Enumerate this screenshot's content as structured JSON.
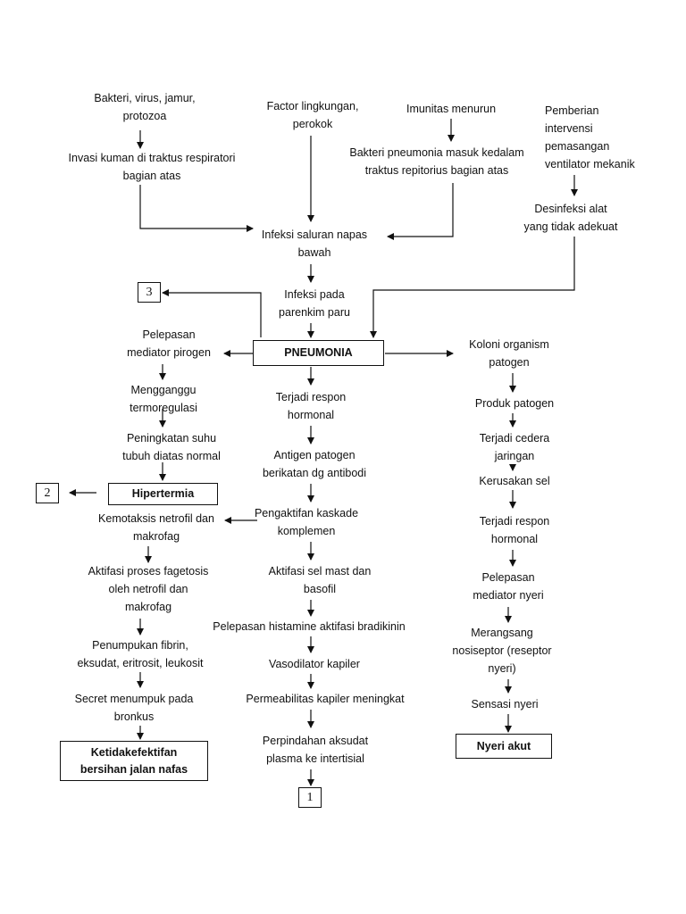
{
  "top": {
    "bakteri": "Bakteri, virus, jamur,\nprotozoa",
    "invasi": "Invasi kuman di traktus respiratori\nbagian atas",
    "factor": "Factor lingkungan,\nperokok",
    "imunitas": "Imunitas menurun",
    "bakteri_pneumonia": "Bakteri pneumonia masuk kedalam\ntraktus repitorius bagian atas",
    "pemberian": "Pemberian\nintervensi\npemasangan\nventilator mekanik",
    "desinfeksi": "Desinfeksi alat\nyang tidak adekuat",
    "infeksi_saluran": "Infeksi saluran napas\nbawah",
    "infeksi_parenkim": "Infeksi pada\nparenkim paru",
    "pneumonia": "PNEUMONIA"
  },
  "markers": {
    "m3": "3",
    "m2": "2",
    "m1": "1"
  },
  "left": [
    "Pelepasan\nmediator pirogen",
    "Mengganggu\ntermoregulasi",
    "Peningkatan suhu\ntubuh diatas normal",
    "Hipertermia",
    "Kemotaksis netrofil  dan\nmakrofag",
    "Aktifasi proses fagetosis\noleh netrofil dan\nmakrofag",
    "Penumpukan fibrin,\neksudat, eritrosit, leukosit",
    "Secret menumpuk pada\nbronkus",
    "Ketidakefektifan\nbersihan jalan nafas"
  ],
  "center": [
    "Terjadi respon\nhormonal",
    "Antigen patogen\nberikatan dg antibodi",
    "Pengaktifan kaskade\nkomplemen",
    "Aktifasi sel mast dan\nbasofil",
    "Pelepasan histamine aktifasi bradikinin",
    "Vasodilator kapiler",
    "Permeabilitas kapiler meningkat",
    "Perpindahan aksudat\nplasma ke intertisial"
  ],
  "right": [
    "Koloni organism\npatogen",
    "Produk patogen",
    "Terjadi cedera\njaringan",
    "Kerusakan sel",
    "Terjadi respon\nhormonal",
    "Pelepasan\nmediator nyeri",
    "Merangsang\nnosiseptor (reseptor\nnyeri)",
    "Sensasi nyeri",
    "Nyeri akut"
  ]
}
